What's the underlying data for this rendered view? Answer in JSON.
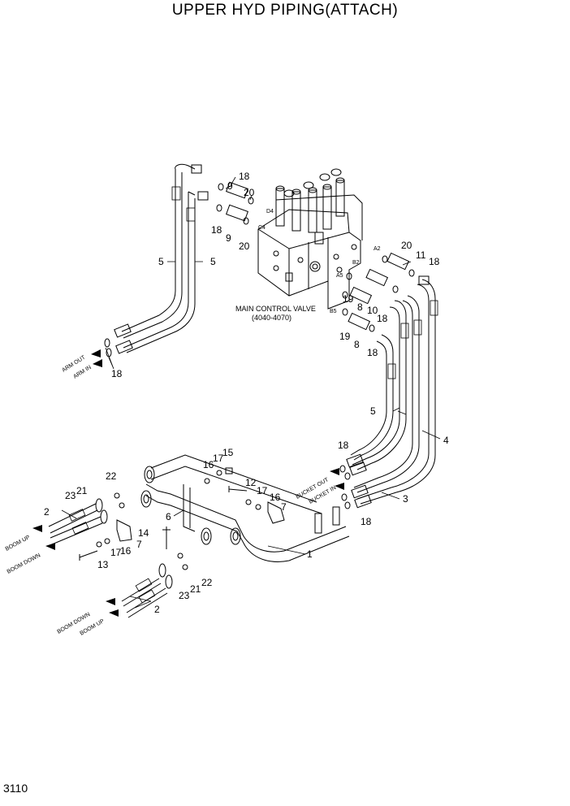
{
  "title": "UPPER HYD PIPING(ATTACH)",
  "page_number": "3110",
  "valve_caption": {
    "line1": "MAIN CONTROL VALVE",
    "line2": "(4040-4070)"
  },
  "port_labels": {
    "a2": "A2",
    "b2": "B2",
    "a5": "A5",
    "b5": "B5",
    "c4": "C4",
    "d4": "D4"
  },
  "direction_labels": {
    "arm_out": "ARM OUT",
    "arm_in": "ARM IN",
    "bucket_out": "BUCKET OUT",
    "bucket_in": "BUCKET IN",
    "boom_up_left": "BOOM UP",
    "boom_down_left": "BOOM DOWN",
    "boom_down_bottom": "BOOM DOWN",
    "boom_up_bottom": "BOOM UP"
  },
  "callouts": {
    "c1": "1",
    "c2a": "2",
    "c2b": "2",
    "c3": "3",
    "c4": "4",
    "c5a": "5",
    "c5b": "5",
    "c5c": "5",
    "c6": "6",
    "c7a": "7",
    "c7b": "7",
    "c8a": "8",
    "c8b": "8",
    "c9a": "9",
    "c9b": "9",
    "c10": "10",
    "c11": "11",
    "c12": "12",
    "c13": "13",
    "c14": "14",
    "c15": "15",
    "c16a": "16",
    "c16b": "16",
    "c16c": "16",
    "c17a": "17",
    "c17b": "17",
    "c17c": "17",
    "c18a": "18",
    "c18b": "18",
    "c18c": "18",
    "c18d": "18",
    "c18e": "18",
    "c18f": "18",
    "c18g": "18",
    "c18h": "18",
    "c19a": "19",
    "c19b": "19",
    "c20a": "20",
    "c20b": "20",
    "c20c": "20",
    "c21a": "21",
    "c21b": "21",
    "c22a": "22",
    "c22b": "22",
    "c23a": "23",
    "c23b": "23"
  }
}
